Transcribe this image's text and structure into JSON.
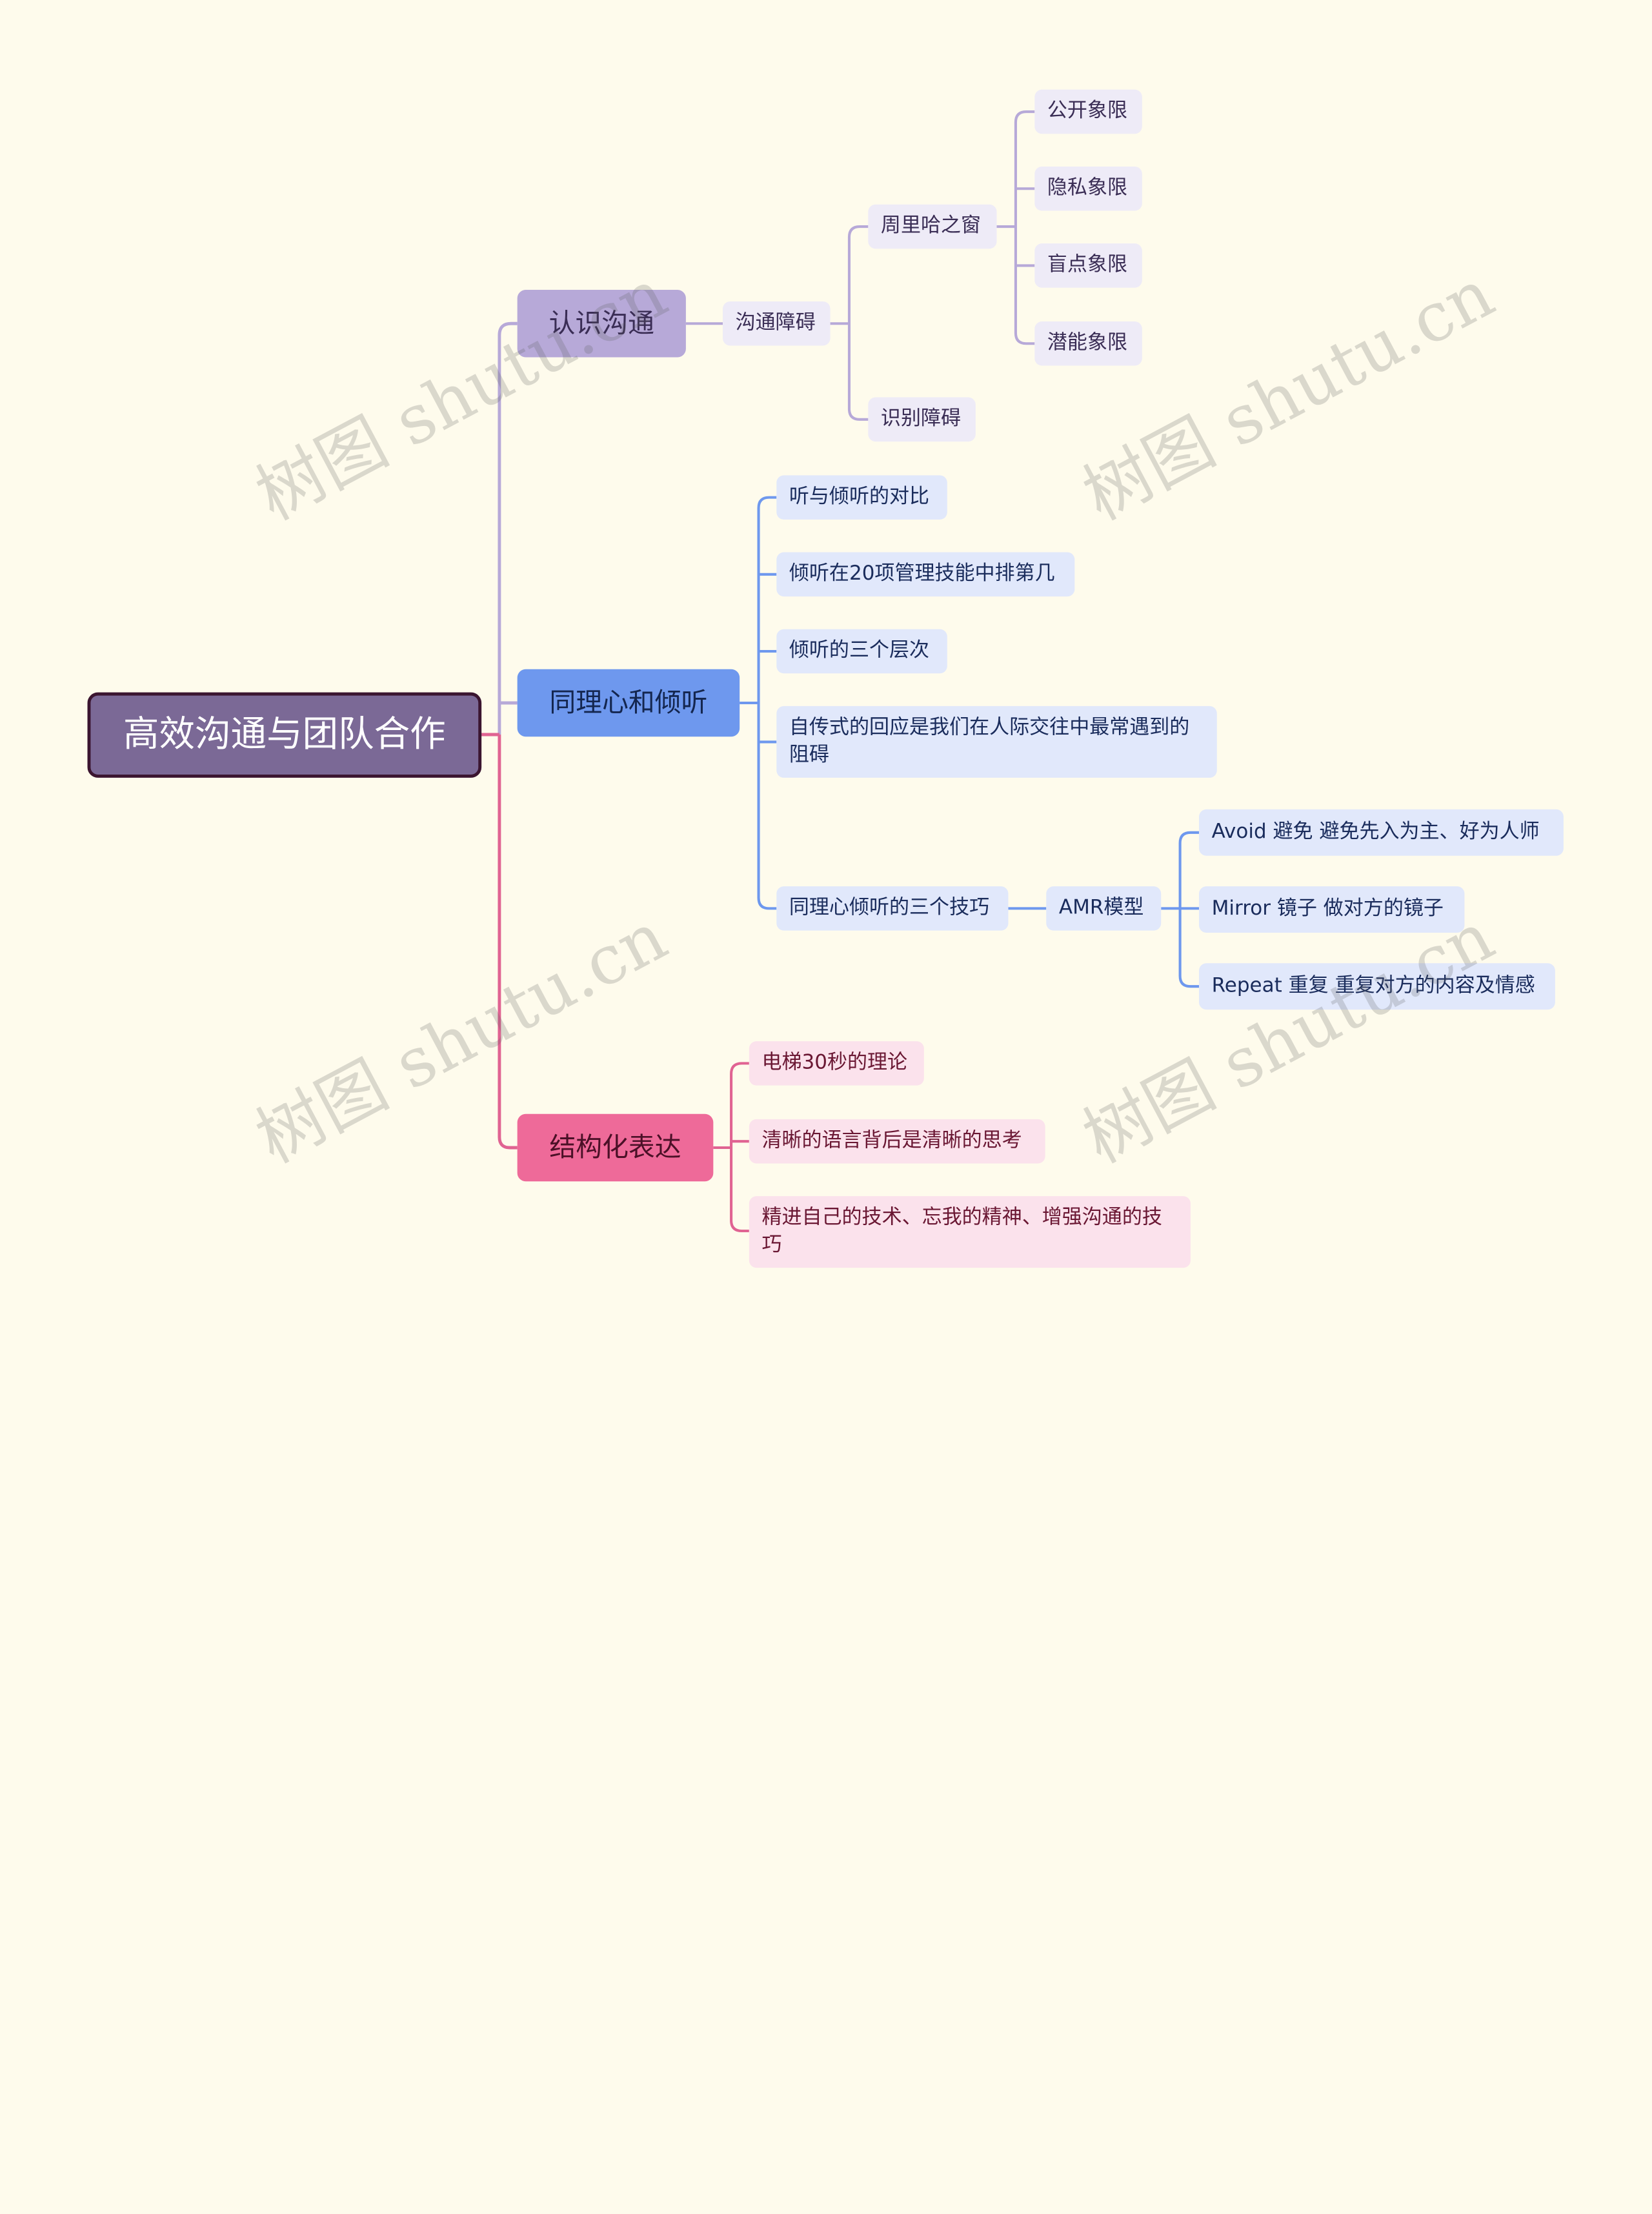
{
  "root": "高效沟通与团队合作",
  "branches": {
    "b1": {
      "label": "认识沟通",
      "barrier": "沟通障碍",
      "johari": "周里哈之窗",
      "johari_items": [
        "公开象限",
        "隐私象限",
        "盲点象限",
        "潜能象限"
      ],
      "identify": "识别障碍"
    },
    "b2": {
      "label": "同理心和倾听",
      "items": [
        "听与倾听的对比",
        "倾听在20项管理技能中排第几",
        "倾听的三个层次",
        "自传式的回应是我们在人际交往中最常遇到的阻碍",
        "同理心倾听的三个技巧"
      ],
      "amr": "AMR模型",
      "amr_items": [
        "Avoid 避免 避免先入为主、好为人师",
        "Mirror 镜子 做对方的镜子",
        "Repeat 重复 重复对方的内容及情感"
      ]
    },
    "b3": {
      "label": "结构化表达",
      "items": [
        "电梯30秒的理论",
        "清晰的语言背后是清晰的思考",
        "精进自己的技术、忘我的精神、增强沟通的技巧"
      ]
    }
  },
  "watermark": "树图 shutu.cn",
  "colors": {
    "background": "#fefbec",
    "root": "#7b6996",
    "purple": "#b7a9d8",
    "blue": "#6e98ee",
    "pink": "#ee6a99"
  }
}
